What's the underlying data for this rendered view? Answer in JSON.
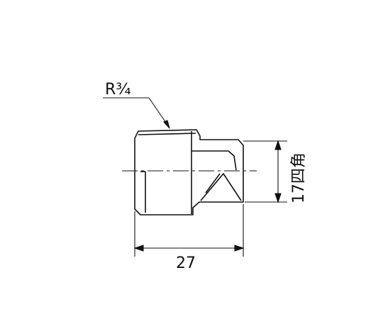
{
  "drawing": {
    "thread_label": "R¾",
    "length_dimension": "27",
    "square_dimension": "17四角"
  },
  "colors": {
    "line": "#111111",
    "background": "#ffffff"
  }
}
